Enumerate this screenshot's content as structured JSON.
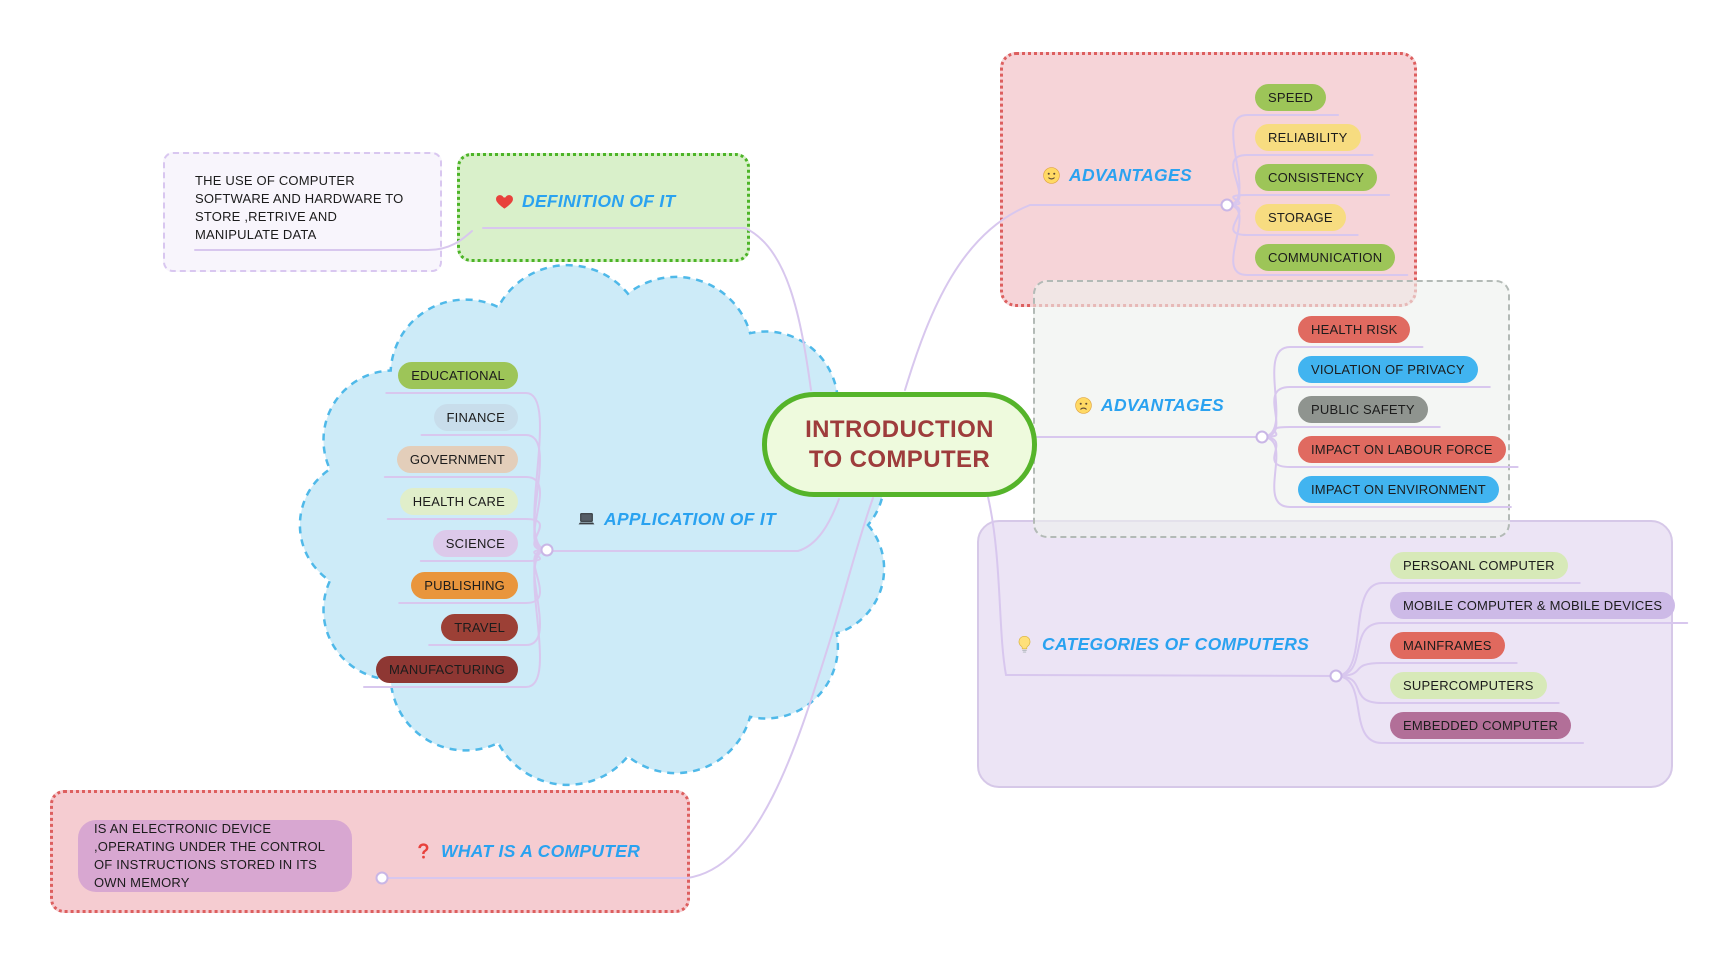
{
  "center": {
    "label": "INTRODUCTION TO COMPUTER",
    "text_color": "#9e3c3c",
    "border_color": "#55b42a",
    "fill_color": "#eefadd"
  },
  "branches": {
    "definition": {
      "icon": "red-heart",
      "label": "DEFINITION OF IT",
      "note": "THE USE OF COMPUTER SOFTWARE AND HARDWARE TO STORE ,RETRIVE AND MANIPULATE DATA"
    },
    "advantages": {
      "icon": "smiling-face",
      "label": "ADVANTAGES",
      "items": [
        {
          "label": "SPEED",
          "color": "#9dc558"
        },
        {
          "label": "RELIABILITY",
          "color": "#f7dc80"
        },
        {
          "label": "CONSISTENCY",
          "color": "#9dc558"
        },
        {
          "label": "STORAGE",
          "color": "#f7dc80"
        },
        {
          "label": "COMMUNICATION",
          "color": "#9dc558"
        }
      ]
    },
    "disadvantages": {
      "icon": "frowning-face",
      "label": "ADVANTAGES",
      "items": [
        {
          "label": "HEALTH RISK",
          "color": "#e06a60"
        },
        {
          "label": "VIOLATION OF PRIVACY",
          "color": "#41b4f0"
        },
        {
          "label": "PUBLIC SAFETY",
          "color": "#8f948f"
        },
        {
          "label": "IMPACT ON LABOUR FORCE",
          "color": "#e06a60"
        },
        {
          "label": "IMPACT ON ENVIRONMENT",
          "color": "#41b4f0"
        }
      ]
    },
    "categories": {
      "icon": "light-bulb",
      "label": "CATEGORIES OF COMPUTERS",
      "items": [
        {
          "label": "PERSOANL COMPUTER",
          "color": "#d7e9b8"
        },
        {
          "label": "MOBILE COMPUTER & MOBILE DEVICES",
          "color": "#cdbae7"
        },
        {
          "label": "MAINFRAMES",
          "color": "#e0695e"
        },
        {
          "label": "SUPERCOMPUTERS",
          "color": "#d7e9b8"
        },
        {
          "label": "EMBEDDED COMPUTER",
          "color": "#b26f98"
        }
      ]
    },
    "applications": {
      "icon": "laptop",
      "label": "APPLICATION OF IT",
      "items": [
        {
          "label": "EDUCATIONAL",
          "color": "#9dc558"
        },
        {
          "label": "FINANCE",
          "color": "#c8ddeb"
        },
        {
          "label": "GOVERNMENT",
          "color": "#e3ceba"
        },
        {
          "label": "HEALTH CARE",
          "color": "#e0eeca"
        },
        {
          "label": "SCIENCE",
          "color": "#dcc9ea"
        },
        {
          "label": "PUBLISHING",
          "color": "#e9953c"
        },
        {
          "label": "TRAVEL",
          "color": "#9c4036"
        },
        {
          "label": "MANUFACTURING",
          "color": "#8e3733"
        }
      ]
    },
    "what_is": {
      "icon": "question-mark",
      "label": "WHAT IS A COMPUTER",
      "note": "IS AN ELECTRONIC DEVICE ,OPERATING UNDER THE CONTROL OF INSTRUCTIONS STORED IN ITS OWN MEMORY"
    }
  },
  "colors": {
    "label_text": "#2aa2f0",
    "connector": "#d8c7ee",
    "pill_text": "#1c1c1c",
    "cloud_fill": "#cdebf8",
    "cloud_stroke": "#4fb9e9",
    "advantages_box": "#f6d2d6",
    "disadvantages_box": "#edf0ee",
    "categories_box": "#ece4f5",
    "definition_box": "#d9f0ca",
    "what_is_box": "#f5ccd1",
    "what_is_note_box": "#d8a7d1"
  }
}
